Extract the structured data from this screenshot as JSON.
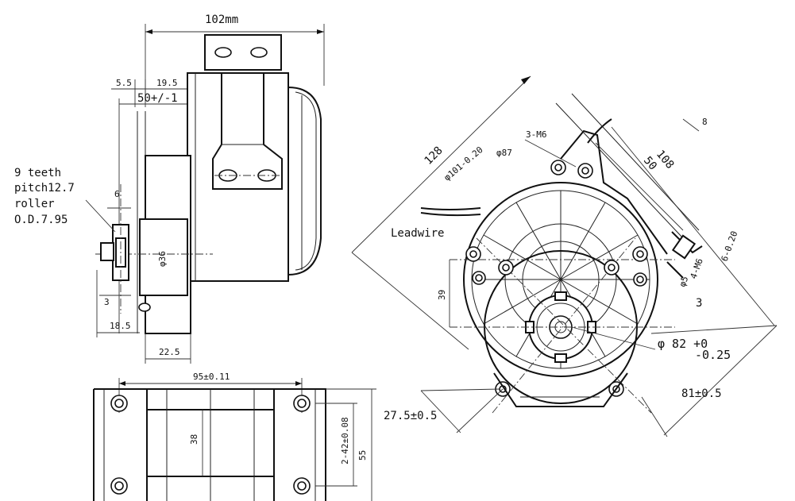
{
  "side_view": {
    "overall_length": "102mm",
    "dim_a": "5.5",
    "dim_b": "19.5",
    "dim_c": "50+/-1",
    "sprocket_note_line1": "9 teeth",
    "sprocket_note_line2": "pitch12.7",
    "sprocket_note_line3": "roller",
    "sprocket_note_line4": "O.D.7.95",
    "dim_d": "6",
    "shaft_dia": "φ36",
    "dim_e": "3",
    "dim_f": "18.5",
    "dim_g": "22.5"
  },
  "bottom_view": {
    "hole_spacing": "95±0.11",
    "dim_h": "38",
    "dim_i": "2-42±0.08",
    "dim_j": "55"
  },
  "front_view": {
    "dim_128": "128",
    "dim_101": "φ101-0.20",
    "dim_87": "φ87",
    "thread": "3-M6",
    "leadwire": "Leadwire",
    "dim_108": "108",
    "dim_50": "50",
    "dim_8": "8",
    "dim_6": "6-0.20",
    "dim_4m6": "4-M6",
    "dim_dia5": "φ5",
    "dim_3": "3",
    "dim_39": "39",
    "dim_82a": "φ 82 +0",
    "dim_82b": "-0.25",
    "dim_81": "81±0.5",
    "dim_275": "27.5±0.5"
  }
}
